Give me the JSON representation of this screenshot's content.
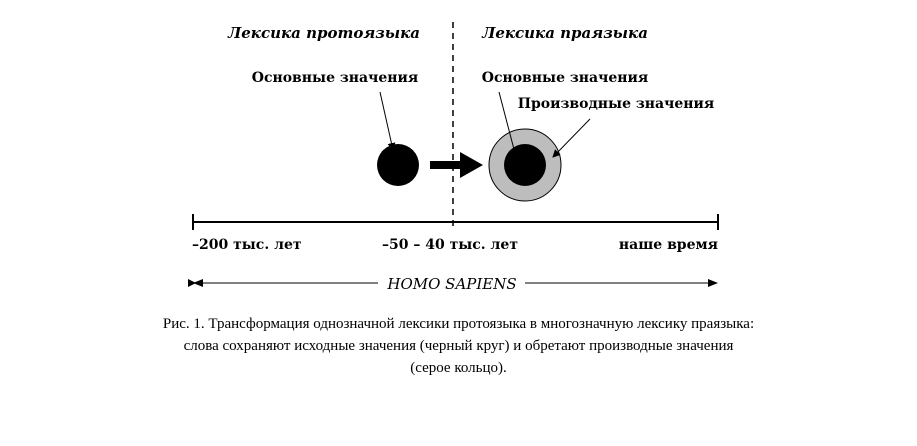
{
  "headers": {
    "left": "Лексика протоязыка",
    "right": "Лексика праязыка"
  },
  "labels": {
    "left_basic": "Основные значения",
    "right_basic": "Основные значения",
    "right_derived": "Производные значения"
  },
  "timeline": {
    "start": "–200 тыс. лет",
    "middle": "–50 – 40 тыс. лет",
    "end": "наше время",
    "span_label": "HOMO SAPIENS"
  },
  "caption": {
    "line1": "Рис. 1. Трансформация однозначной лексики протоязыка в многозначную лексику праязыка:",
    "line2": "слова сохраняют исходные значения (черный круг) и обретают производные значения",
    "line3": "(серое кольцо)."
  },
  "colors": {
    "core": "#000000",
    "ring": "#bdbdbd"
  }
}
